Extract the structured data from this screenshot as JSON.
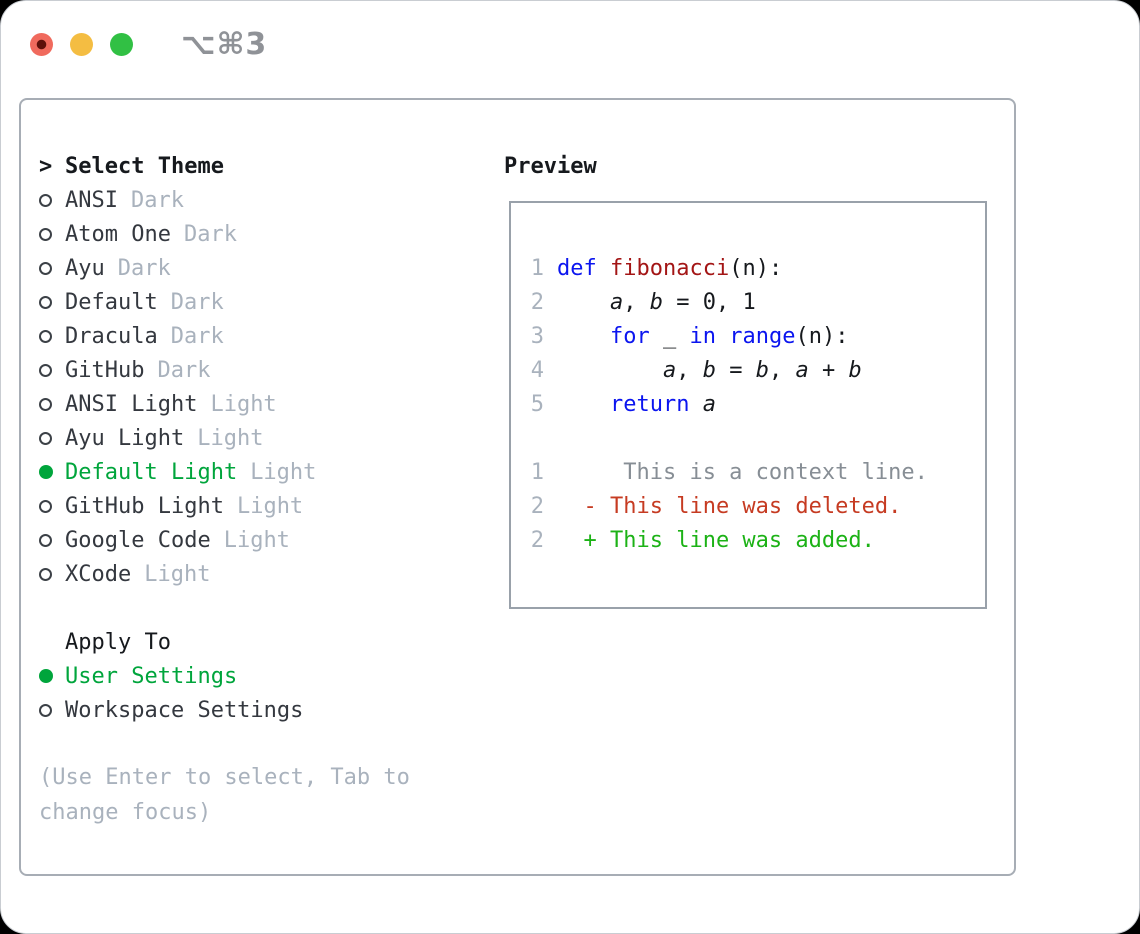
{
  "titlebar": {
    "shortcut": "⌥⌘3"
  },
  "colors": {
    "green": "#00a53c",
    "diff_green": "#1cb216",
    "diff_red": "#c63b22",
    "keyword_blue": "#0b15ef",
    "function_red": "#a31515",
    "muted": "#a9b2bd",
    "context_gray": "#878e95",
    "panel_border": "#a7adb5",
    "box_border": "#99a1aa"
  },
  "theme_selector": {
    "prompt_char": ">",
    "title": "Select Theme",
    "themes": [
      {
        "name": "ANSI",
        "tag": "Dark",
        "selected": false
      },
      {
        "name": "Atom One",
        "tag": "Dark",
        "selected": false
      },
      {
        "name": "Ayu",
        "tag": "Dark",
        "selected": false
      },
      {
        "name": "Default",
        "tag": "Dark",
        "selected": false
      },
      {
        "name": "Dracula",
        "tag": "Dark",
        "selected": false
      },
      {
        "name": "GitHub",
        "tag": "Dark",
        "selected": false
      },
      {
        "name": "ANSI Light",
        "tag": "Light",
        "selected": false
      },
      {
        "name": "Ayu Light",
        "tag": "Light",
        "selected": false
      },
      {
        "name": "Default Light",
        "tag": "Light",
        "selected": true
      },
      {
        "name": "GitHub Light",
        "tag": "Light",
        "selected": false
      },
      {
        "name": "Google Code",
        "tag": "Light",
        "selected": false
      },
      {
        "name": "XCode",
        "tag": "Light",
        "selected": false
      }
    ]
  },
  "apply_to": {
    "title": "Apply To",
    "options": [
      {
        "label": "User Settings",
        "selected": true
      },
      {
        "label": "Workspace Settings",
        "selected": false
      }
    ]
  },
  "hint": "(Use Enter to select, Tab to change focus)",
  "preview": {
    "title": "Preview",
    "lines": [
      {
        "num": "1",
        "tokens": [
          {
            "t": "def",
            "c": "kw"
          },
          {
            "t": " "
          },
          {
            "t": "fibonacci",
            "c": "fn"
          },
          {
            "t": "(n):"
          }
        ]
      },
      {
        "num": "2",
        "tokens": [
          {
            "t": "    "
          },
          {
            "t": "a",
            "c": "var"
          },
          {
            "t": ", "
          },
          {
            "t": "b",
            "c": "var"
          },
          {
            "t": " = 0, 1"
          }
        ]
      },
      {
        "num": "3",
        "tokens": [
          {
            "t": "    "
          },
          {
            "t": "for",
            "c": "kw"
          },
          {
            "t": " _ "
          },
          {
            "t": "in",
            "c": "kw"
          },
          {
            "t": " "
          },
          {
            "t": "range",
            "c": "kw"
          },
          {
            "t": "(n):"
          }
        ]
      },
      {
        "num": "4",
        "tokens": [
          {
            "t": "        "
          },
          {
            "t": "a",
            "c": "var"
          },
          {
            "t": ", "
          },
          {
            "t": "b",
            "c": "var"
          },
          {
            "t": " = "
          },
          {
            "t": "b",
            "c": "var"
          },
          {
            "t": ", "
          },
          {
            "t": "a",
            "c": "var"
          },
          {
            "t": " + "
          },
          {
            "t": "b",
            "c": "var"
          }
        ]
      },
      {
        "num": "5",
        "tokens": [
          {
            "t": "    "
          },
          {
            "t": "return",
            "c": "kw"
          },
          {
            "t": " "
          },
          {
            "t": "a",
            "c": "var"
          }
        ]
      },
      {
        "num": "",
        "tokens": []
      },
      {
        "num": "1",
        "tokens": [
          {
            "t": "     This is a context line.",
            "c": "ctx"
          }
        ]
      },
      {
        "num": "2",
        "tokens": [
          {
            "t": "  - This line was deleted.",
            "c": "del"
          }
        ]
      },
      {
        "num": "2",
        "tokens": [
          {
            "t": "  + This line was added.",
            "c": "add"
          }
        ]
      }
    ]
  }
}
